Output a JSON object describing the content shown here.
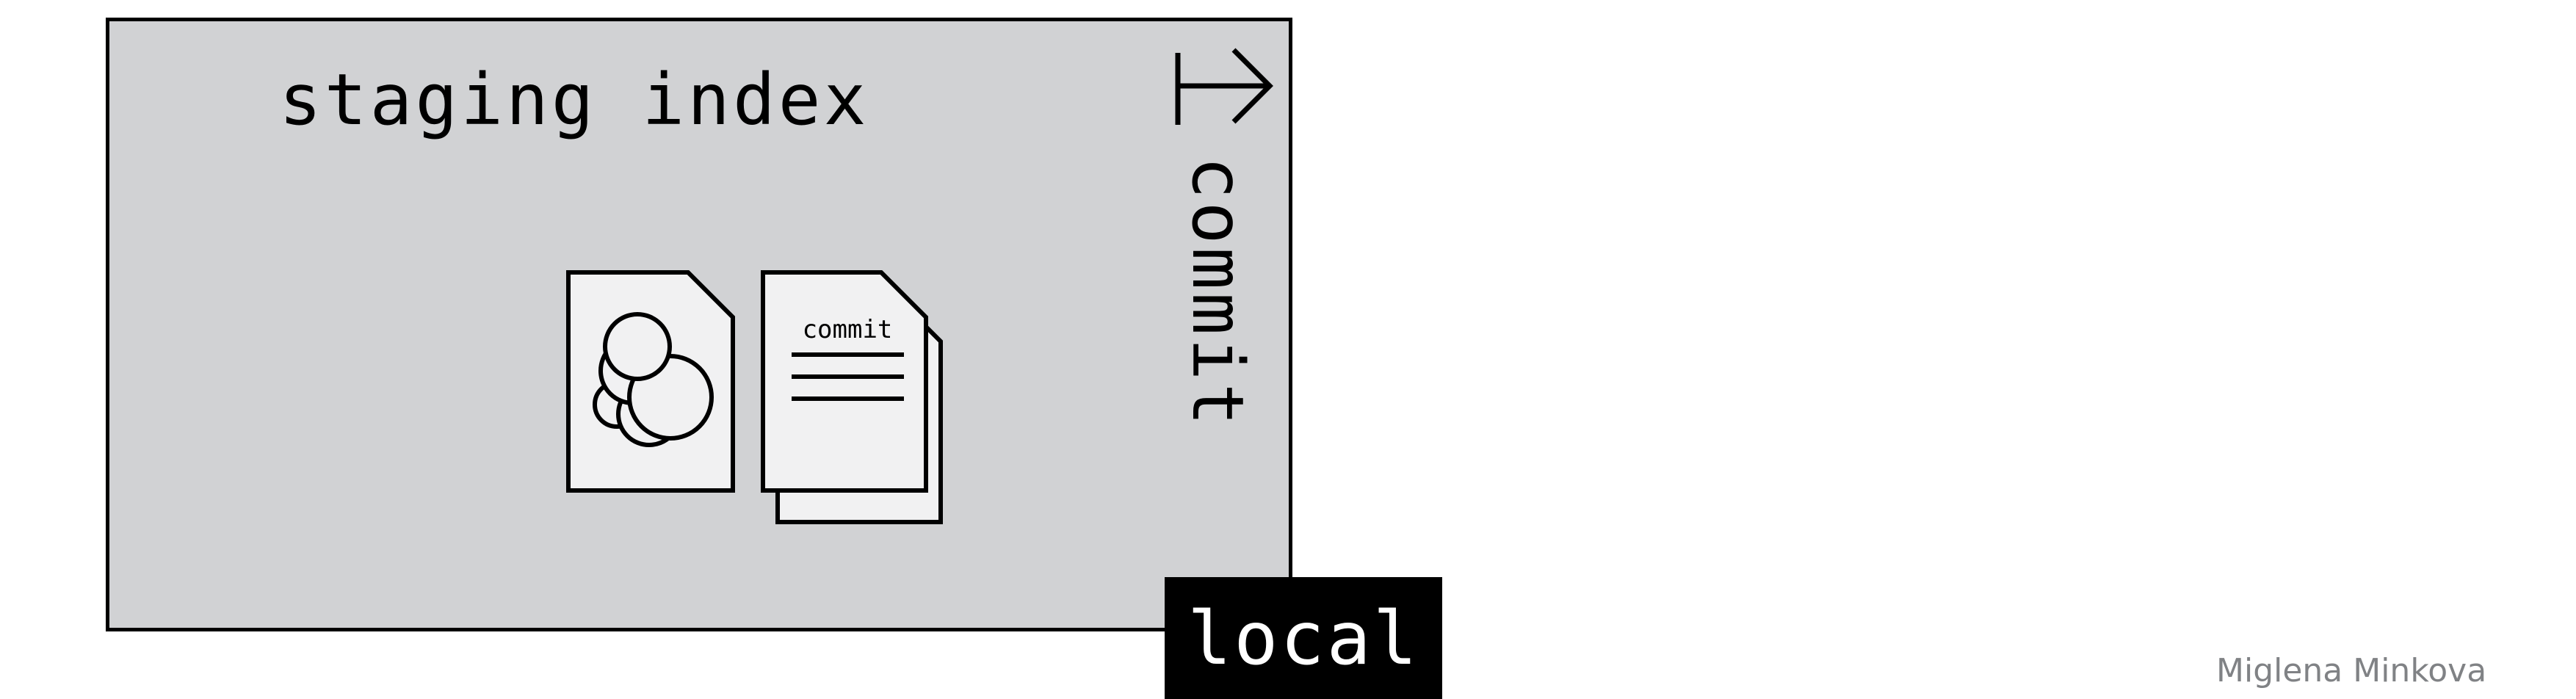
{
  "diagram": {
    "box_title": "staging index",
    "action_label": "commit",
    "location_label": "local",
    "commit_doc_caption": "commit",
    "author": "Miglena Minkova"
  },
  "icons": {
    "file": "file-with-blobs-icon",
    "commit": "commit-document-stack-icon",
    "arrow": "arrow-right-icon"
  },
  "colors": {
    "box_fill": "#d1d2d4",
    "document_fill": "#f1f1f2",
    "stroke": "#000000",
    "label_bg": "#000000",
    "label_text": "#ffffff",
    "author_text": "#808285"
  }
}
